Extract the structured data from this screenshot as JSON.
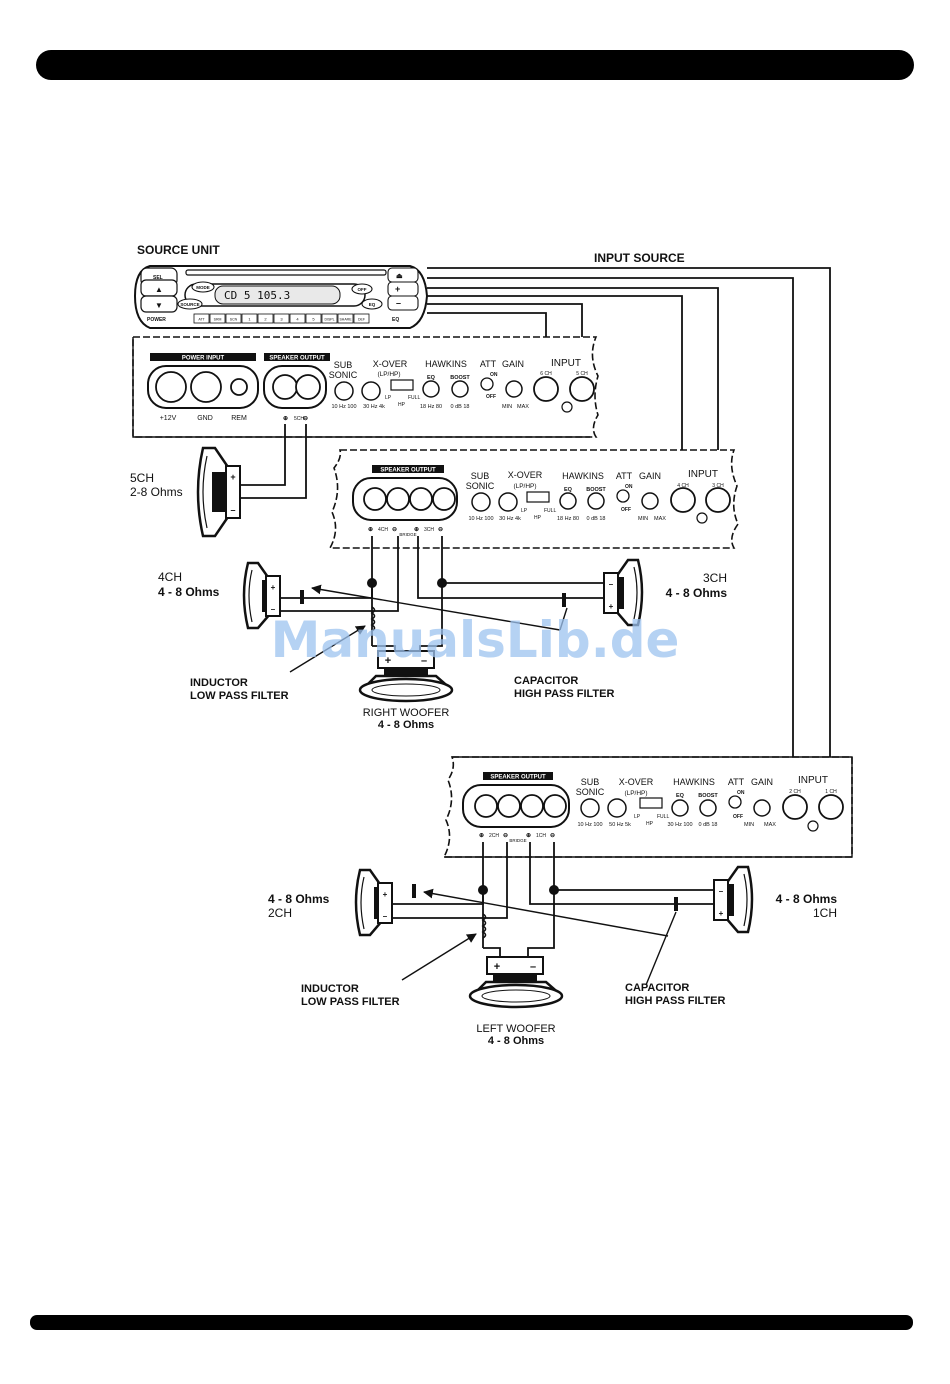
{
  "source_unit": {
    "title": "SOURCE UNIT",
    "display": "CD 5   105.3",
    "buttons": {
      "sel": "SEL",
      "mode": "MODE",
      "source": "SOURCE",
      "power": "POWER",
      "off": "OFF",
      "eq": "EQ",
      "eq2": "EQ",
      "presets": [
        "ATT",
        "SRM",
        "SCN",
        "1",
        "2",
        "3",
        "4",
        "5",
        "DISPL",
        "SHARE",
        "DEF"
      ]
    }
  },
  "input_source_label": "INPUT SOURCE",
  "amp1": {
    "power_input": "POWER INPUT",
    "speaker_output": "SPEAKER OUTPUT",
    "terminals": [
      "+12V",
      "GND",
      "REM"
    ],
    "out_channel": "5CH",
    "sub_sonic": [
      "SUB",
      "SONIC"
    ],
    "sub_sonic_range": "10 Hz 100",
    "xover": "X-OVER",
    "xover_mode": "(LP/HP)",
    "xover_range": "30 Hz 4k",
    "xover_switch": [
      "LP",
      "HP",
      "FULL"
    ],
    "hawkins": "HAWKINS",
    "eq": "EQ",
    "boost": "BOOST",
    "eq_range": "18 Hz 80",
    "boost_range": "0 dB 18",
    "att": "ATT",
    "att_on": "ON",
    "att_off": "OFF",
    "gain": "GAIN",
    "gain_range": [
      "MIN",
      "MAX"
    ],
    "input": "INPUT",
    "input_channels": [
      "6 CH",
      "5 CH"
    ]
  },
  "amp2": {
    "speaker_output": "SPEAKER OUTPUT",
    "out_channels": [
      "4CH",
      "3CH"
    ],
    "bridge": "BRIDGE",
    "sub_sonic": [
      "SUB",
      "SONIC"
    ],
    "sub_sonic_range": "10 Hz 100",
    "xover": "X-OVER",
    "xover_mode": "(LP/HP)",
    "xover_range": "30 Hz 4k",
    "xover_switch": [
      "LP",
      "HP",
      "FULL"
    ],
    "hawkins": "HAWKINS",
    "eq": "EQ",
    "boost": "BOOST",
    "eq_range": "18 Hz 80",
    "boost_range": "0 dB 18",
    "att": "ATT",
    "att_on": "ON",
    "att_off": "OFF",
    "gain": "GAIN",
    "gain_range": [
      "MIN",
      "MAX"
    ],
    "input": "INPUT",
    "input_channels": [
      "4 CH",
      "3 CH"
    ]
  },
  "amp3": {
    "speaker_output": "SPEAKER OUTPUT",
    "out_channels": [
      "2CH",
      "1CH"
    ],
    "bridge": "BRIDGE",
    "sub_sonic": [
      "SUB",
      "SONIC"
    ],
    "sub_sonic_range": "10 Hz 100",
    "xover": "X-OVER",
    "xover_mode": "(LP/HP)",
    "xover_range": "50 Hz 5k",
    "xover_switch": [
      "LP",
      "HP",
      "FULL"
    ],
    "hawkins": "HAWKINS",
    "eq": "EQ",
    "boost": "BOOST",
    "eq_range": "30 Hz 100",
    "boost_range": "0 dB 18",
    "att": "ATT",
    "att_on": "ON",
    "att_off": "OFF",
    "gain": "GAIN",
    "gain_range": [
      "MIN",
      "MAX"
    ],
    "input": "INPUT",
    "input_channels": [
      "2 CH",
      "1 CH"
    ]
  },
  "speakers": {
    "ch5": {
      "name": "5CH",
      "impedance": "2-8 Ohms"
    },
    "ch4": {
      "name": "4CH",
      "impedance": "4 - 8 Ohms"
    },
    "ch3": {
      "name": "3CH",
      "impedance": "4 - 8 Ohms"
    },
    "ch2": {
      "name": "2CH",
      "impedance": "4 - 8 Ohms"
    },
    "ch1": {
      "name": "1CH",
      "impedance": "4 - 8 Ohms"
    },
    "right_woofer": {
      "name": "RIGHT WOOFER",
      "impedance": "4 - 8 Ohms"
    },
    "left_woofer": {
      "name": "LEFT WOOFER",
      "impedance": "4 - 8 Ohms"
    }
  },
  "filters": {
    "inductor": [
      "INDUCTOR",
      "LOW PASS FILTER"
    ],
    "capacitor": [
      "CAPACITOR",
      "HIGH PASS FILTER"
    ]
  },
  "watermark": "ManualsLib.de"
}
